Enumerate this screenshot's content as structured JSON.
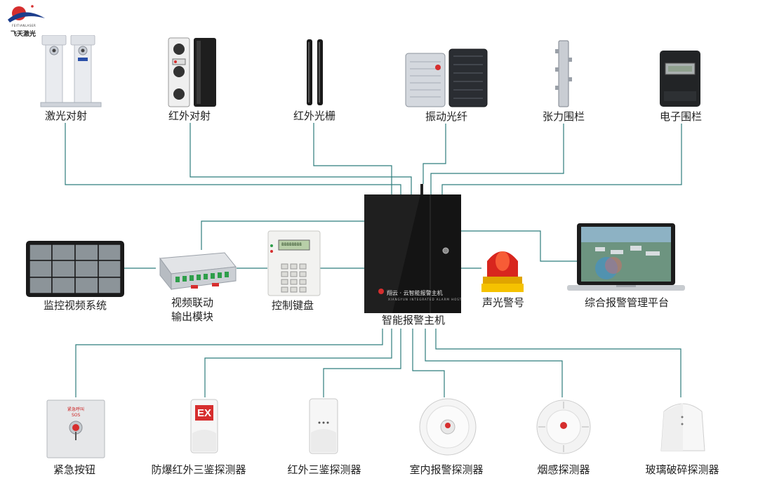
{
  "brand": {
    "name": "飞天激光",
    "small": "FEITIANLASER"
  },
  "colors": {
    "wire": "#2e7d7d",
    "host": "#161616",
    "accent": "#d62e2e"
  },
  "host": {
    "label": "智能报警主机",
    "panel_brand": "翔云 · 云智能报警主机",
    "panel_sub": "XIANGYUN INTEGRATED ALARM HOST"
  },
  "top_devices": [
    {
      "label": "激光对射",
      "icon": "laser-beam-detector-icon"
    },
    {
      "label": "红外对射",
      "icon": "infrared-beam-detector-icon"
    },
    {
      "label": "红外光栅",
      "icon": "infrared-grating-icon"
    },
    {
      "label": "振动光纤",
      "icon": "vibration-fiber-icon"
    },
    {
      "label": "张力围栏",
      "icon": "tension-fence-icon"
    },
    {
      "label": "电子围栏",
      "icon": "electric-fence-icon"
    }
  ],
  "middle_devices": [
    {
      "label": "监控视频系统",
      "icon": "video-monitor-icon"
    },
    {
      "label": "视频联动",
      "label2": "输出模块",
      "icon": "output-module-icon"
    },
    {
      "label": "控制键盘",
      "icon": "control-keypad-icon"
    },
    {
      "label": "声光警号",
      "icon": "siren-icon"
    },
    {
      "label": "综合报警管理平台",
      "icon": "laptop-platform-icon"
    }
  ],
  "bottom_devices": [
    {
      "label": "紧急按钮",
      "icon": "emergency-button-icon"
    },
    {
      "label": "防爆红外三鉴探测器",
      "icon": "explosion-proof-detector-icon"
    },
    {
      "label": "红外三鉴探测器",
      "icon": "triple-tech-detector-icon"
    },
    {
      "label": "室内报警探测器",
      "icon": "ceiling-detector-icon"
    },
    {
      "label": "烟感探测器",
      "icon": "smoke-detector-icon"
    },
    {
      "label": "玻璃破碎探测器",
      "icon": "glass-break-detector-icon"
    }
  ],
  "emergency_button": {
    "top_text": "紧急呼叫",
    "sub_text": "SOS"
  },
  "ex_mark": "EX",
  "keypad_screen": "88888888"
}
